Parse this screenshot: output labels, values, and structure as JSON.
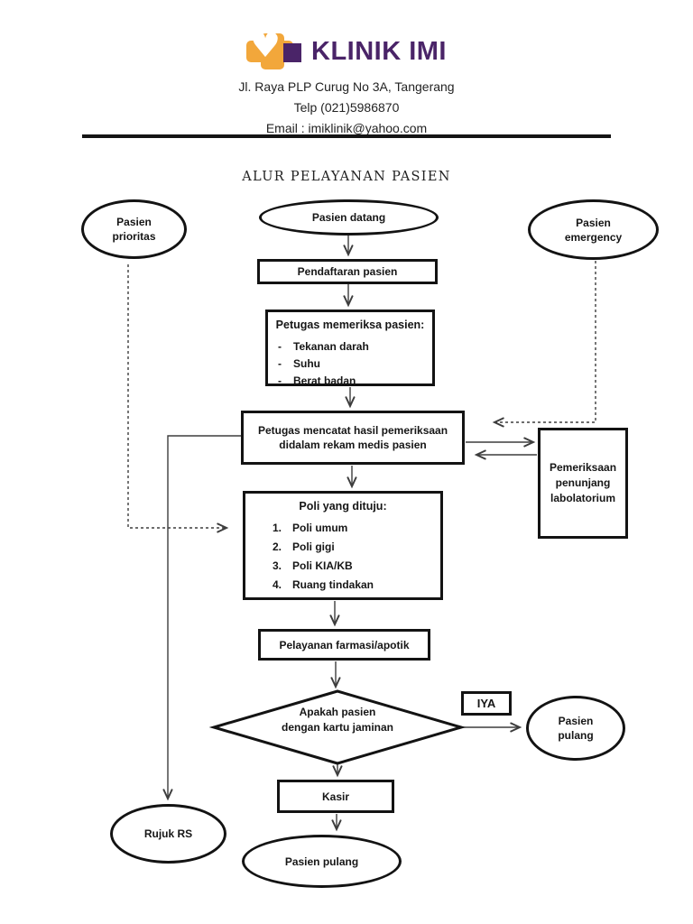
{
  "header": {
    "clinic_name": "KLINIK IMI",
    "address": "Jl. Raya PLP Curug No 3A, Tangerang",
    "phone": "Telp (021)5986870",
    "email": "Email : imiklinik@yahoo.com"
  },
  "title": "ALUR PELAYANAN PASIEN",
  "colors": {
    "logo_orange": "#F2A73B",
    "logo_purple": "#4A2468",
    "shape_border": "#131313",
    "arrow": "#3D3D3D"
  },
  "flowchart": {
    "nodes": {
      "pasien_prioritas": {
        "line1": "Pasien",
        "line2": "prioritas"
      },
      "pasien_datang": {
        "label": "Pasien datang"
      },
      "pasien_emergency": {
        "line1": "Pasien",
        "line2": "emergency"
      },
      "pendaftaran": {
        "label": "Pendaftaran pasien"
      },
      "pemeriksaan_awal": {
        "title": "Petugas memeriksa pasien:",
        "bullet": "-",
        "items": [
          "Tekanan darah",
          "Suhu",
          "Berat badan"
        ]
      },
      "rekam_medis": {
        "line1": "Petugas mencatat hasil pemeriksaan",
        "line2": "didalam rekam medis pasien"
      },
      "laboratorium": {
        "line1": "Pemeriksaan",
        "line2": "penunjang",
        "line3": "labolatorium"
      },
      "poli": {
        "title": "Poli yang dituju:",
        "numbers": [
          "1.",
          "2.",
          "3.",
          "4."
        ],
        "items": [
          "Poli umum",
          "Poli gigi",
          "Poli KIA/KB",
          "Ruang tindakan"
        ]
      },
      "farmasi": {
        "label": "Pelayanan farmasi/apotik"
      },
      "keputusan_jaminan": {
        "line1": "Apakah pasien",
        "line2": "dengan kartu jaminan"
      },
      "iya": {
        "label": "IYA"
      },
      "pasien_pulang_kanan": {
        "line1": "Pasien",
        "line2": "pulang"
      },
      "kasir": {
        "label": "Kasir"
      },
      "rujuk_rs": {
        "label": "Rujuk RS"
      },
      "pasien_pulang_bawah": {
        "label": "Pasien pulang"
      }
    }
  }
}
